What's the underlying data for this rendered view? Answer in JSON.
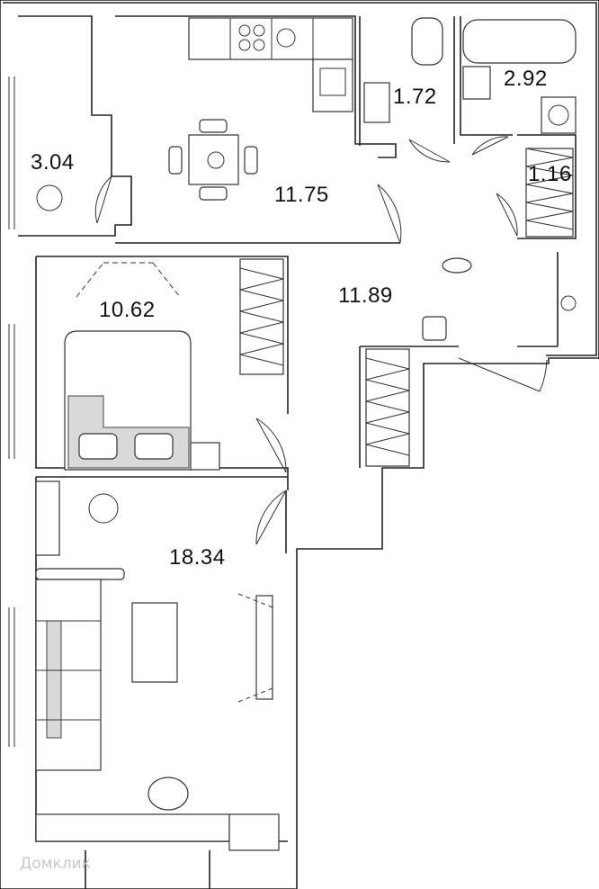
{
  "plan": {
    "rooms": [
      {
        "id": "balcony",
        "area": "3.04"
      },
      {
        "id": "kitchen",
        "area": "11.75"
      },
      {
        "id": "toilet",
        "area": "1.72"
      },
      {
        "id": "bathroom",
        "area": "2.92"
      },
      {
        "id": "storage",
        "area": "1.16"
      },
      {
        "id": "bedroom",
        "area": "10.62"
      },
      {
        "id": "hallway",
        "area": "11.89"
      },
      {
        "id": "living-room",
        "area": "18.34"
      }
    ],
    "watermark": "Домклик",
    "colors": {
      "walls": "#222222",
      "bed_accent": "#d9d9d9",
      "watermark": "#c8c8c8"
    }
  }
}
